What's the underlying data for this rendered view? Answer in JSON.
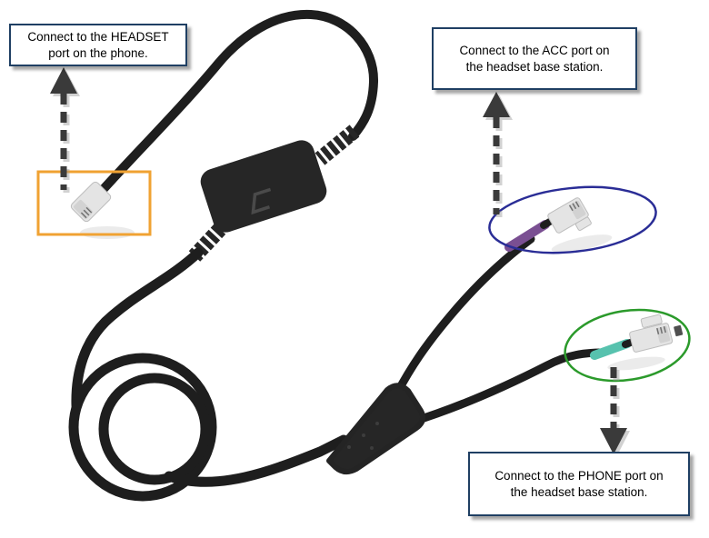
{
  "callouts": {
    "headset": {
      "line1": "Connect to the HEADSET",
      "line2": "port on the phone."
    },
    "acc": {
      "line1": "Connect to the ACC port on",
      "line2": "the headset base station."
    },
    "phone": {
      "line1": "Connect to the PHONE port on",
      "line2": "the headset base station."
    }
  },
  "icons": {
    "brand_logo": "sennheiser-logo",
    "arrow_up": "arrow-up-icon",
    "arrow_down": "arrow-down-icon"
  },
  "colors": {
    "cable": "#1e1e1e",
    "device_body": "#262626",
    "logo_emboss": "#4a4a4a",
    "callout_border": "#1f3f63",
    "callout_bg": "#ffffff",
    "callout_text": "#000000",
    "arrow": "#3a3a3a",
    "headset_box": "#f0a232",
    "acc_ellipse": "#2a2d96",
    "phone_ellipse": "#2b9a2b",
    "acc_sleeve": "#7a4f92",
    "phone_sleeve": "#57c2ae",
    "connector_plastic": "#e4e4e4"
  }
}
